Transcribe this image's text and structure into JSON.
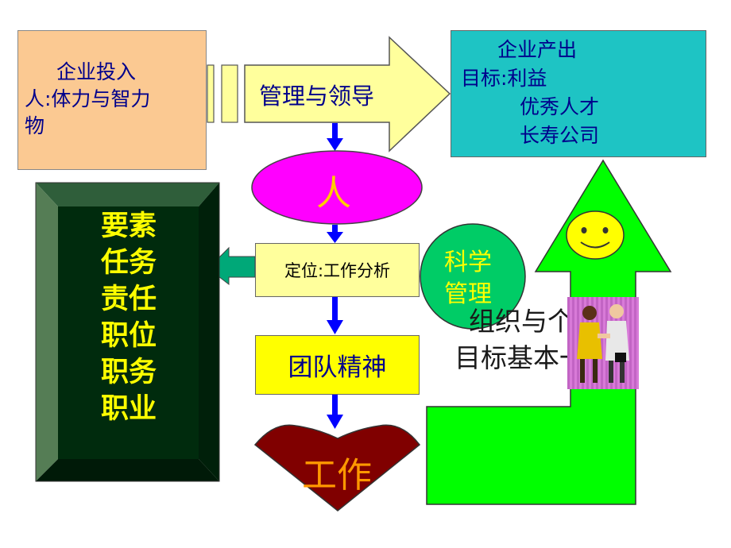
{
  "input_box": {
    "line1": "企业投入",
    "line2": "人:体力与智力",
    "line3": "物"
  },
  "management_arrow": {
    "label": "管理与领导"
  },
  "output_box": {
    "line1": "企业产出",
    "line2": "目标:利益",
    "line3": "优秀人才",
    "line4": "长寿公司"
  },
  "people_ellipse": {
    "label": "人"
  },
  "positioning_box": {
    "label": "定位:工作分析"
  },
  "science_circle": {
    "line1": "科学",
    "line2": "管理"
  },
  "team_box": {
    "label": "团队精神"
  },
  "work_heart": {
    "label": "工作"
  },
  "elements_list": {
    "items": [
      "要素",
      "任务",
      "责任",
      "职位",
      "职务",
      "职业"
    ]
  },
  "goal_text": {
    "line1": "组织与个",
    "line2": "目标基本一致"
  },
  "colors": {
    "input_fill": "#fbc992",
    "output_fill": "#1ec4c4",
    "management_fill": "#ffff9c",
    "people_fill": "#ff00ff",
    "science_fill": "#00cc66",
    "team_fill": "#ffff00",
    "heart_fill": "#800000",
    "panel_fill": "#002b0d",
    "big_arrow_fill": "#00ff00",
    "connector_arrow": "#0000ff",
    "side_arrow": "#00a878"
  }
}
